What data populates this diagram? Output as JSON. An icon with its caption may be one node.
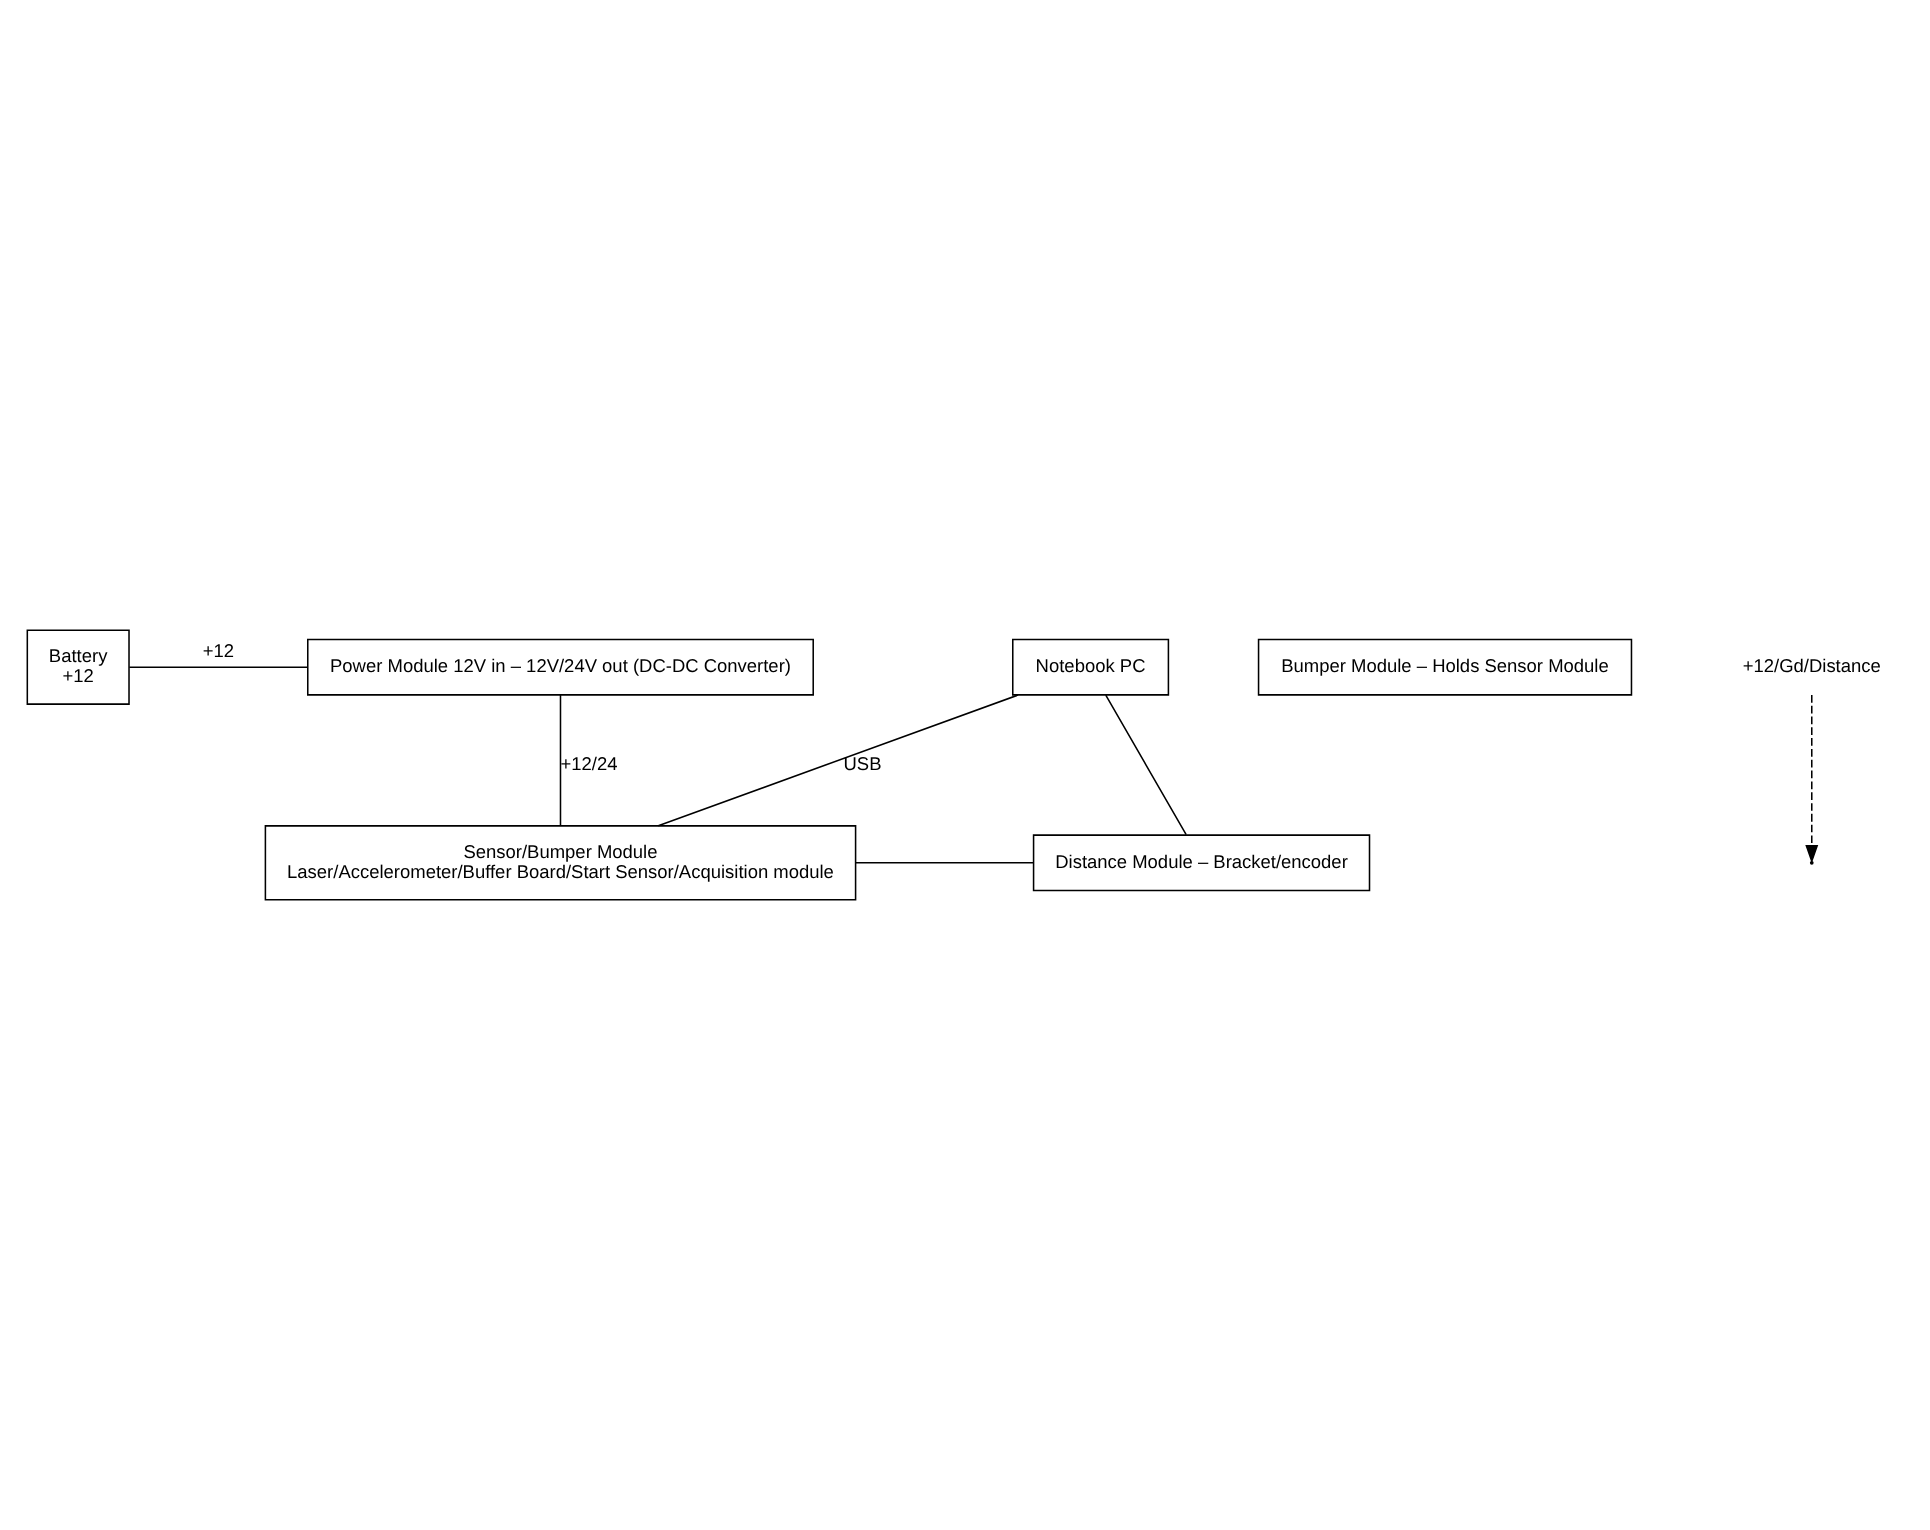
{
  "diagram": {
    "nodes": [
      {
        "text": [
          "Battery",
          "+12"
        ]
      },
      {
        "text": [
          "Power Module 12V in – 12V/24V out (DC-DC Converter)"
        ]
      },
      {
        "text": [
          "Notebook PC"
        ]
      },
      {
        "text": [
          "Sensor/Bumper Module",
          "Laser/Accelerometer/Buffer Board/Start Sensor/Acquisition module"
        ]
      },
      {
        "text": [
          "Distance Module – Bracket/encoder"
        ]
      },
      {
        "text": [
          "Bumper Module – Holds Sensor Module"
        ]
      },
      {
        "text": [
          "+12/Gd/Distance"
        ]
      }
    ],
    "edges": [
      {
        "from": 0,
        "to": 1,
        "arrow": "none",
        "label": "+12"
      },
      {
        "from": 1,
        "to": 3,
        "arrow": "none",
        "label": "+12/24"
      },
      {
        "from": 2,
        "to": 3,
        "arrow": "none",
        "label": "USB"
      },
      {
        "from": 2,
        "to": 4,
        "arrow": "none"
      },
      {
        "from": 3,
        "to": 4,
        "arrow": "none"
      },
      {
        "from": 6,
        "to": null,
        "arrow": "to",
        "style": "dashed"
      }
    ]
  }
}
